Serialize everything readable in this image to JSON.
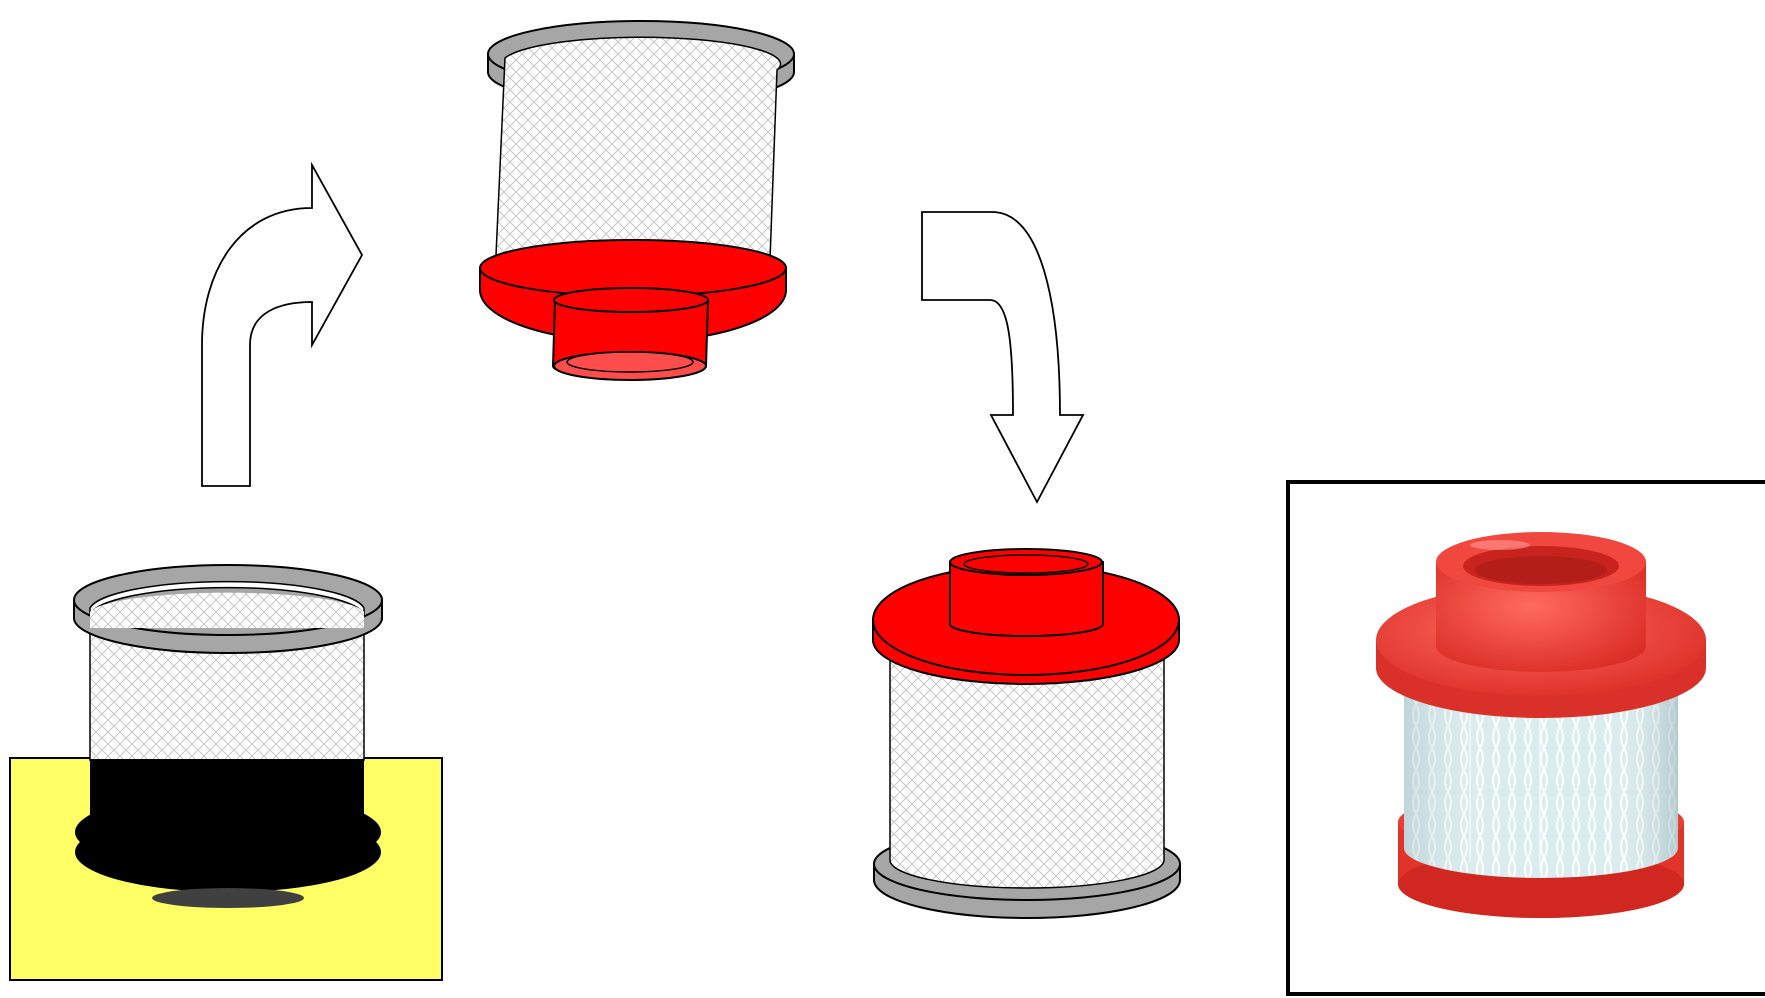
{
  "diagram": {
    "steps": [
      {
        "name": "filter-in-mold",
        "description_shown": false
      },
      {
        "name": "filter-with-red-cap-inverted",
        "description_shown": false
      },
      {
        "name": "filter-finished-upright",
        "description_shown": false
      },
      {
        "name": "product-photo",
        "description_shown": false
      }
    ],
    "arrows": [
      {
        "name": "arrow-up-right",
        "icon": "curved-arrow-icon"
      },
      {
        "name": "arrow-right-down",
        "icon": "curved-arrow-icon"
      }
    ]
  },
  "colors": {
    "background": "#ffffff",
    "outline": "#000000",
    "metal_cap": "#a6a6a6",
    "mesh_fill": "#ffffff",
    "mesh_line": "#bfbfbf",
    "red_cap": "#ff0000",
    "red_cap_light": "#ff4d4d",
    "mold_block": "#ffff66",
    "mold_cavity": "#000000",
    "mold_bottom": "#404040",
    "photo_frame": "#000000",
    "photo_red": "#ef3b33",
    "photo_red_dark": "#d02820",
    "photo_mesh_bg": "#d9ecef",
    "photo_mesh_line": "#ffffff"
  }
}
